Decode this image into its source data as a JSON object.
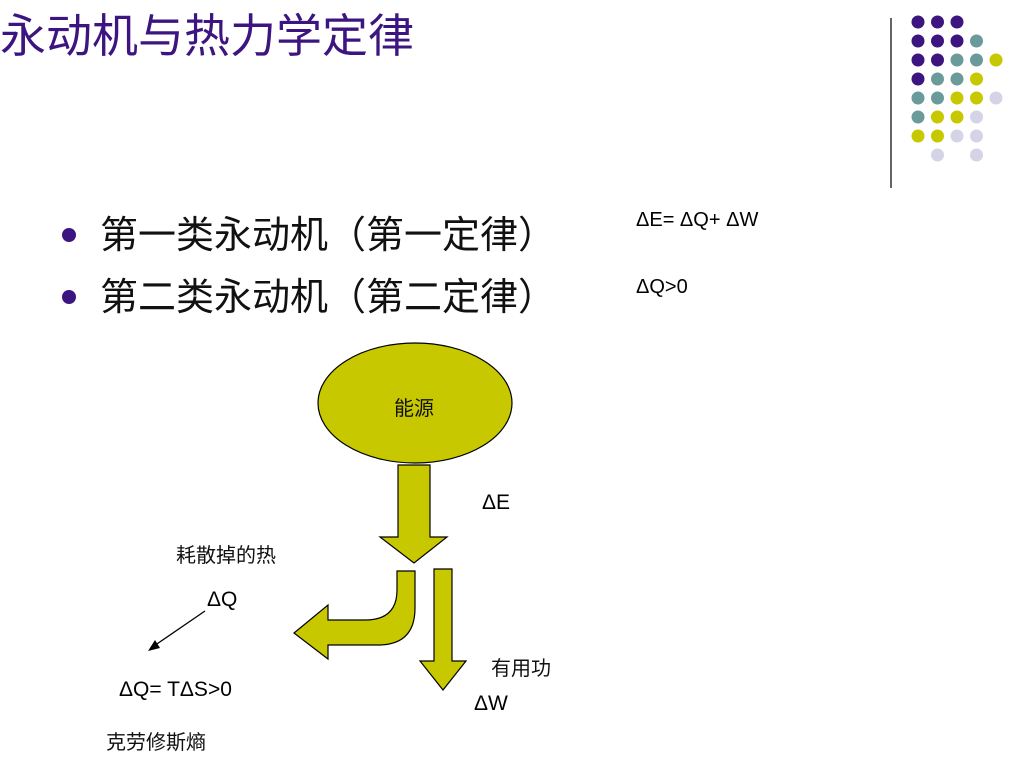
{
  "slide": {
    "title": "永动机与热力学定律",
    "bullets": [
      {
        "text": "第一类永动机（第一定律）",
        "equation": "ΔE= ΔQ+ ΔW"
      },
      {
        "text": "第二类永动机（第二定律）",
        "equation": "ΔQ>0"
      }
    ]
  },
  "diagram": {
    "source_label": "能源",
    "delta_e": "ΔE",
    "heat_label": "耗散掉的热",
    "delta_q": "ΔQ",
    "heat_equation": "ΔQ= TΔS>0",
    "clausius_label": "克劳修斯熵",
    "work_label": "有用功",
    "delta_w": "ΔW"
  },
  "colors": {
    "title": "#3d1580",
    "accent": "#c8c800",
    "purple": "#3d1580",
    "teal": "#6a9a9a",
    "yellow": "#c8c800",
    "lavender": "#d4d4e6"
  }
}
